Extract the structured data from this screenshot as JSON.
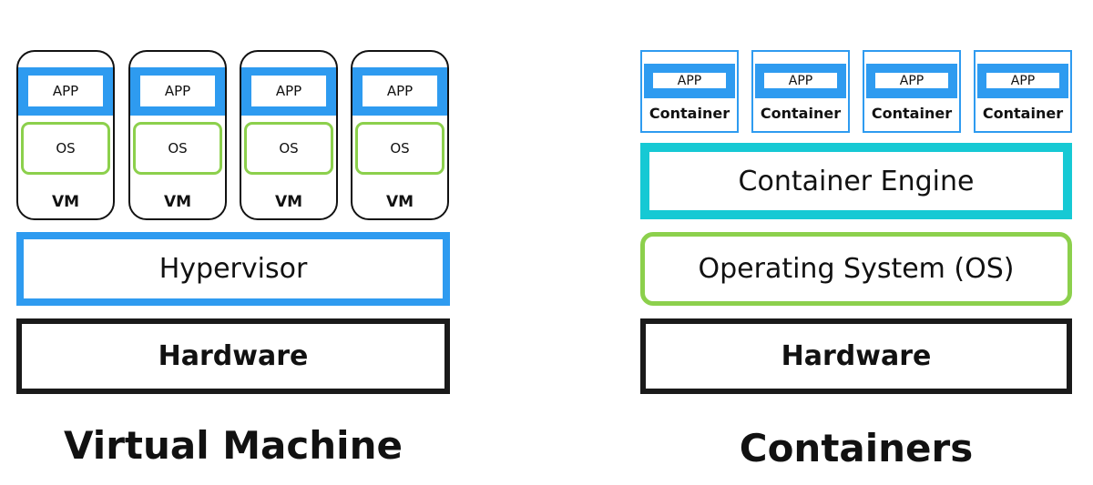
{
  "vm_side": {
    "title": "Virtual Machine",
    "vms": [
      {
        "app": "APP",
        "os": "OS",
        "label": "VM"
      },
      {
        "app": "APP",
        "os": "OS",
        "label": "VM"
      },
      {
        "app": "APP",
        "os": "OS",
        "label": "VM"
      },
      {
        "app": "APP",
        "os": "OS",
        "label": "VM"
      }
    ],
    "hypervisor": "Hypervisor",
    "hardware": "Hardware"
  },
  "container_side": {
    "title": "Containers",
    "containers": [
      {
        "app": "APP",
        "label": "Container"
      },
      {
        "app": "APP",
        "label": "Container"
      },
      {
        "app": "APP",
        "label": "Container"
      },
      {
        "app": "APP",
        "label": "Container"
      }
    ],
    "engine": "Container Engine",
    "os": "Operating System (OS)",
    "hardware": "Hardware"
  },
  "colors": {
    "blue": "#2e9bf0",
    "green": "#8cd04c",
    "teal": "#16c9d4",
    "black": "#1a1a1a"
  }
}
